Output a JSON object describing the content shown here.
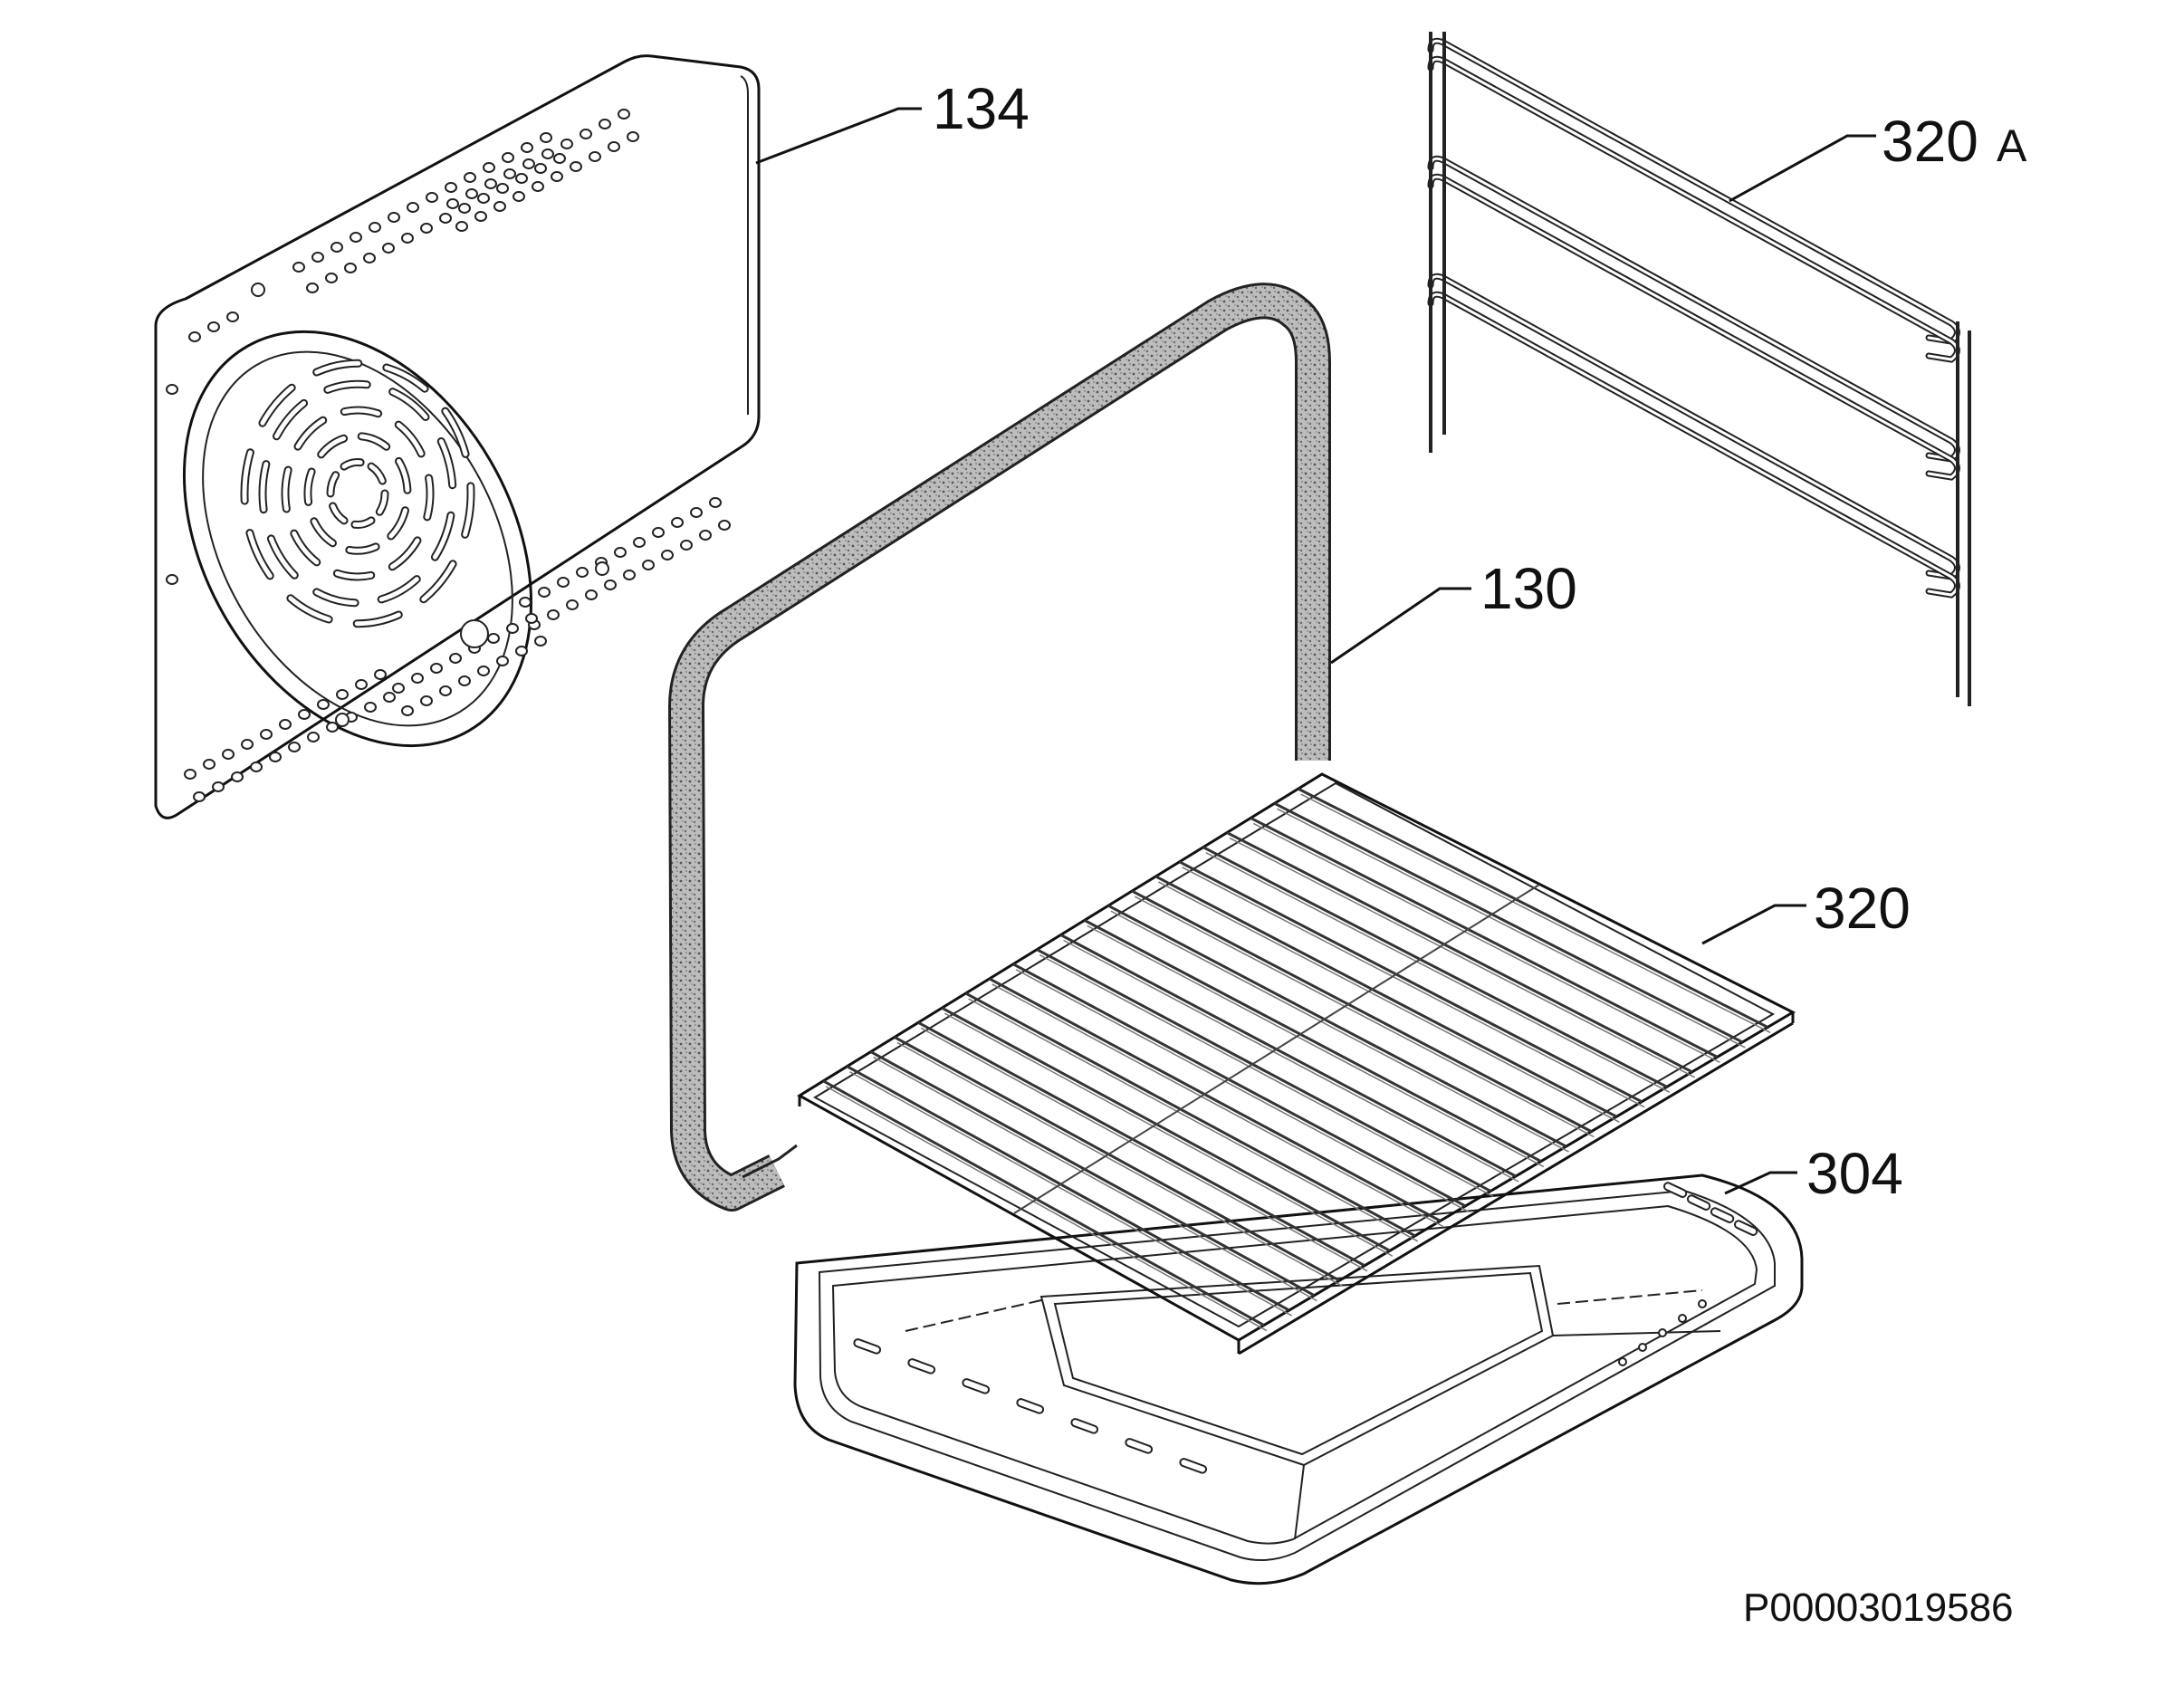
{
  "diagram": {
    "parts": [
      {
        "id": "fan-cover",
        "label": "134"
      },
      {
        "id": "shelf-support",
        "label": "320",
        "suffix": "A"
      },
      {
        "id": "door-seal",
        "label": "130"
      },
      {
        "id": "grid-shelf",
        "label": "320"
      },
      {
        "id": "baking-tray",
        "label": "304"
      }
    ],
    "drawing_code": "P00003019586"
  }
}
